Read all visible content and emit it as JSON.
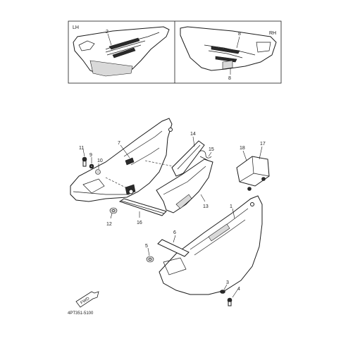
{
  "inset": {
    "left_label": "LH",
    "right_label": "RH"
  },
  "callouts": {
    "c1": "1",
    "c2": "2",
    "c3": "3",
    "c4": "4",
    "c5": "5",
    "c6": "6",
    "c7": "7",
    "c8": "8",
    "c9": "9",
    "c10": "10",
    "c11": "11",
    "c12": "12",
    "c13": "13",
    "c14": "14",
    "c15": "15",
    "c16": "16",
    "c17": "17",
    "c18": "18"
  },
  "fwd_label": "FWD",
  "diagram_code": "4PT351-5100"
}
